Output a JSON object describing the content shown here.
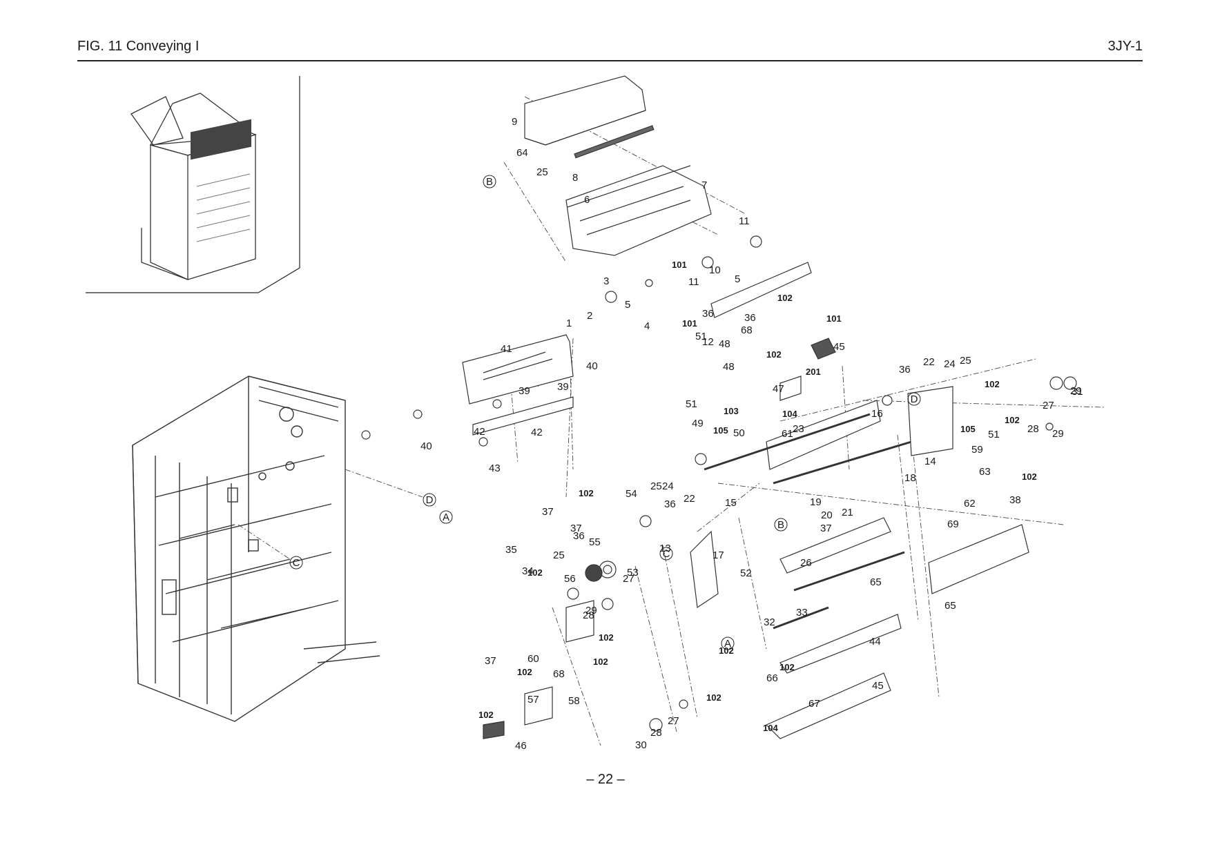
{
  "header": {
    "figure_title": "FIG.  11  Conveying I",
    "document_code": "3JY-1"
  },
  "footer": {
    "page_number": "– 22 –"
  },
  "colors": {
    "line": "#222222",
    "part": "#555555",
    "paper": "#ffffff"
  },
  "ref_markers": [
    "A",
    "B",
    "C",
    "D"
  ],
  "callouts": [
    "1",
    "2",
    "3",
    "4",
    "5",
    "5",
    "6",
    "7",
    "8",
    "9",
    "10",
    "11",
    "11",
    "12",
    "13",
    "14",
    "15",
    "16",
    "17",
    "18",
    "19",
    "20",
    "21",
    "22",
    "22",
    "23",
    "24",
    "24",
    "25",
    "25",
    "25",
    "25",
    "26",
    "27",
    "27",
    "27",
    "28",
    "28",
    "28",
    "29",
    "29",
    "29",
    "30",
    "31",
    "32",
    "33",
    "34",
    "35",
    "36",
    "36",
    "36",
    "36",
    "36",
    "37",
    "37",
    "37",
    "37",
    "38",
    "39",
    "39",
    "40",
    "40",
    "41",
    "42",
    "42",
    "43",
    "44",
    "45",
    "45",
    "46",
    "47",
    "48",
    "48",
    "49",
    "50",
    "51",
    "51",
    "51",
    "52",
    "53",
    "54",
    "55",
    "56",
    "57",
    "58",
    "59",
    "60",
    "61",
    "62",
    "63",
    "64",
    "65",
    "65",
    "66",
    "67",
    "68",
    "68",
    "69"
  ],
  "fastener_callouts": [
    "101",
    "101",
    "101",
    "102",
    "102",
    "102",
    "102",
    "102",
    "102",
    "102",
    "102",
    "102",
    "102",
    "102",
    "102",
    "102",
    "102",
    "103",
    "104",
    "104",
    "105",
    "105",
    "201"
  ]
}
